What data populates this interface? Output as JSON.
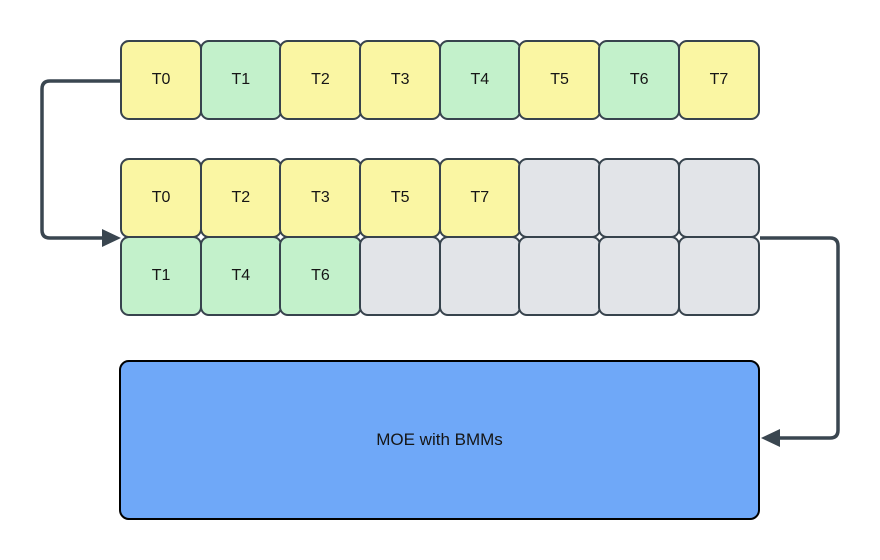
{
  "colors": {
    "yellow": "#FAF6A3",
    "green": "#C3F1CB",
    "gray": "#E2E4E8",
    "blue": "#6FA8F8",
    "token_border": "#37434D",
    "moe_border": "#000000",
    "arrow": "#3A4650",
    "text": "#161616"
  },
  "rows": [
    {
      "name": "unsorted-tokens",
      "tokens": [
        {
          "label": "T0",
          "fill": "yellow"
        },
        {
          "label": "T1",
          "fill": "green"
        },
        {
          "label": "T2",
          "fill": "yellow"
        },
        {
          "label": "T3",
          "fill": "yellow"
        },
        {
          "label": "T4",
          "fill": "green"
        },
        {
          "label": "T5",
          "fill": "yellow"
        },
        {
          "label": "T6",
          "fill": "green"
        },
        {
          "label": "T7",
          "fill": "yellow"
        }
      ]
    },
    {
      "name": "sorted-expert-0-tokens",
      "tokens": [
        {
          "label": "T0",
          "fill": "yellow"
        },
        {
          "label": "T2",
          "fill": "yellow"
        },
        {
          "label": "T3",
          "fill": "yellow"
        },
        {
          "label": "T5",
          "fill": "yellow"
        },
        {
          "label": "T7",
          "fill": "yellow"
        },
        {
          "label": "",
          "fill": "gray"
        },
        {
          "label": "",
          "fill": "gray"
        },
        {
          "label": "",
          "fill": "gray"
        }
      ]
    },
    {
      "name": "sorted-expert-1-tokens",
      "tokens": [
        {
          "label": "T1",
          "fill": "green"
        },
        {
          "label": "T4",
          "fill": "green"
        },
        {
          "label": "T6",
          "fill": "green"
        },
        {
          "label": "",
          "fill": "gray"
        },
        {
          "label": "",
          "fill": "gray"
        },
        {
          "label": "",
          "fill": "gray"
        },
        {
          "label": "",
          "fill": "gray"
        },
        {
          "label": "",
          "fill": "gray"
        }
      ]
    }
  ],
  "moe_box": {
    "label": "MOE with BMMs"
  }
}
